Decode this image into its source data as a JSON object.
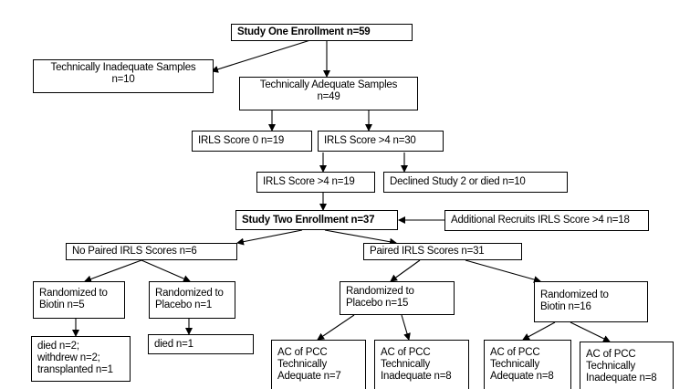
{
  "nodes": {
    "study_one": {
      "lines": [
        "Study One Enrollment n=59"
      ]
    },
    "tech_inadequate": {
      "lines": [
        "Technically Inadequate Samples",
        "n=10"
      ]
    },
    "tech_adequate": {
      "lines": [
        "Technically Adequate Samples",
        "n=49"
      ]
    },
    "irls_zero": {
      "lines": [
        "IRLS Score 0 n=19"
      ]
    },
    "irls_gt4_30": {
      "lines": [
        "IRLS Score >4 n=30"
      ]
    },
    "irls_gt4_19": {
      "lines": [
        "IRLS Score >4 n=19"
      ]
    },
    "declined": {
      "lines": [
        "Declined Study 2 or died  n=10"
      ]
    },
    "study_two": {
      "lines": [
        "Study Two Enrollment n=37"
      ]
    },
    "additional_recruits": {
      "lines": [
        "Additional Recruits IRLS Score >4 n=18"
      ]
    },
    "no_paired": {
      "lines": [
        "No Paired IRLS Scores n=6"
      ]
    },
    "paired": {
      "lines": [
        "Paired IRLS Scores n=31"
      ]
    },
    "rand_biotin_5": {
      "lines": [
        "Randomized to",
        "Biotin n=5"
      ]
    },
    "rand_placebo_1": {
      "lines": [
        "Randomized to",
        "Placebo n=1"
      ]
    },
    "rand_placebo_15": {
      "lines": [
        "Randomized to",
        "Placebo n=15"
      ]
    },
    "rand_biotin_16": {
      "lines": [
        "Randomized to",
        "Biotin n=16"
      ]
    },
    "died_withdrew": {
      "lines": [
        "died n=2;",
        "withdrew n=2;",
        "transplanted n=1"
      ]
    },
    "died_1": {
      "lines": [
        "died  n=1"
      ]
    },
    "pcc_adequate_7": {
      "lines": [
        "AC of PCC",
        "Technically",
        "Adequate n=7"
      ]
    },
    "pcc_inadequate_8a": {
      "lines": [
        "AC of PCC",
        "Technically",
        "Inadequate n=8"
      ]
    },
    "pcc_adequate_8": {
      "lines": [
        "AC of PCC",
        "Technically",
        "Adequate n=8"
      ]
    },
    "pcc_inadequate_8b": {
      "lines": [
        "AC of PCC",
        "Technically",
        "Inadequate n=8"
      ]
    }
  }
}
